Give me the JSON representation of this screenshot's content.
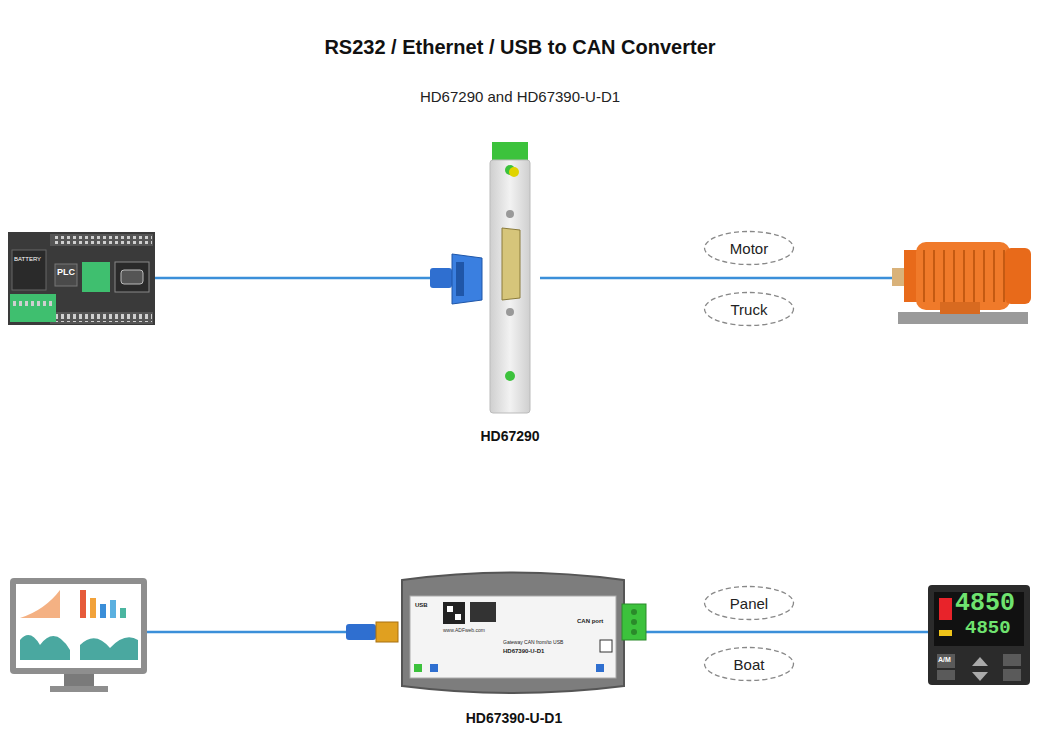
{
  "diagram": {
    "title": "RS232 / Ethernet / USB to CAN Converter",
    "nodes": [
      {
        "text": [
          "BATTERY",
          "PLC"
        ]
      },
      {
        "text": [
          "HD67290"
        ]
      },
      {
        "text": [
          "Motor"
        ]
      },
      {
        "text": [
          "Truck"
        ]
      },
      {
        "text": [
          "HD67390-U-D1"
        ]
      },
      {
        "text": [
          "Panel"
        ]
      },
      {
        "text": [
          "Boat"
        ]
      },
      {
        "text": [
          "4850",
          "4850",
          "A/M"
        ]
      }
    ],
    "edges": [
      {
        "from": 0,
        "to": 1,
        "arrow": "none"
      },
      {
        "from": 4,
        "to": 7,
        "arrow": "none"
      }
    ],
    "labels": [
      "HD67290 and HD67390-U-D1",
      "USB",
      "www.ADFweb.com",
      "Gateway CAN from/to USB",
      "HD67390-U-D1",
      "CAN port"
    ]
  }
}
